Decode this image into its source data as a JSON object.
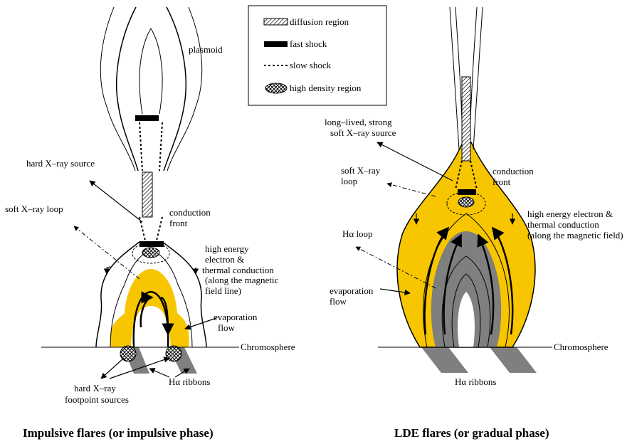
{
  "legend": {
    "diffusion": "diffusion region",
    "fast": "fast shock",
    "slow": "slow shock",
    "density": "high density region"
  },
  "left": {
    "plasmoid": "plasmoid",
    "hard_xray": "hard X–ray source",
    "soft_loop": "soft X–ray loop",
    "conduction_1": "conduction",
    "conduction_2": "front",
    "hee_1": "high energy",
    "hee_2": "electron &",
    "hee_3": "thermal conduction",
    "hee_4": "(along the magnetic",
    "hee_5": "field line)",
    "evap_1": "evaporation",
    "evap_2": "flow",
    "chromosphere": "Chromosphere",
    "footpoint_1": "hard X–ray",
    "footpoint_2": "footpoint sources",
    "ribbons": "Hα ribbons",
    "caption": "Impulsive flares (or impulsive phase)"
  },
  "right": {
    "long_1": "long–lived, strong",
    "long_2": "soft X–ray source",
    "soft_1": "soft X–ray",
    "soft_2": "loop",
    "conduction_1": "conduction",
    "conduction_2": "front",
    "hee_1": "high energy electron &",
    "hee_2": "thermal conduction",
    "hee_3": "(along the magnetic field)",
    "ha_loop": "Hα loop",
    "evap_1": "evaporation",
    "evap_2": "flow",
    "chromosphere": "Chromosphere",
    "ribbons": "Hα ribbons",
    "caption": "LDE flares (or gradual phase)"
  },
  "colors": {
    "yellow": "#F7C600",
    "gray": "#7F7F7F"
  }
}
